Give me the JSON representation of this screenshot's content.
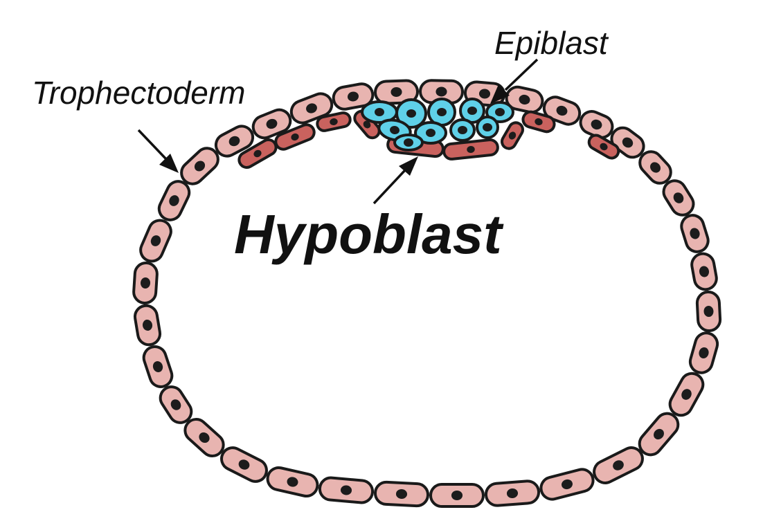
{
  "labels": {
    "trophectoderm": "Trophectoderm",
    "epiblast": "Epiblast",
    "hypoblast": "Hypoblast"
  },
  "colors": {
    "trophectoderm_cell": "#e8b4b0",
    "hypoblast_cell": "#c9625e",
    "epiblast_cell": "#5fd0e8",
    "outline": "#1a1a1a",
    "nucleus": "#1c1c1c"
  }
}
